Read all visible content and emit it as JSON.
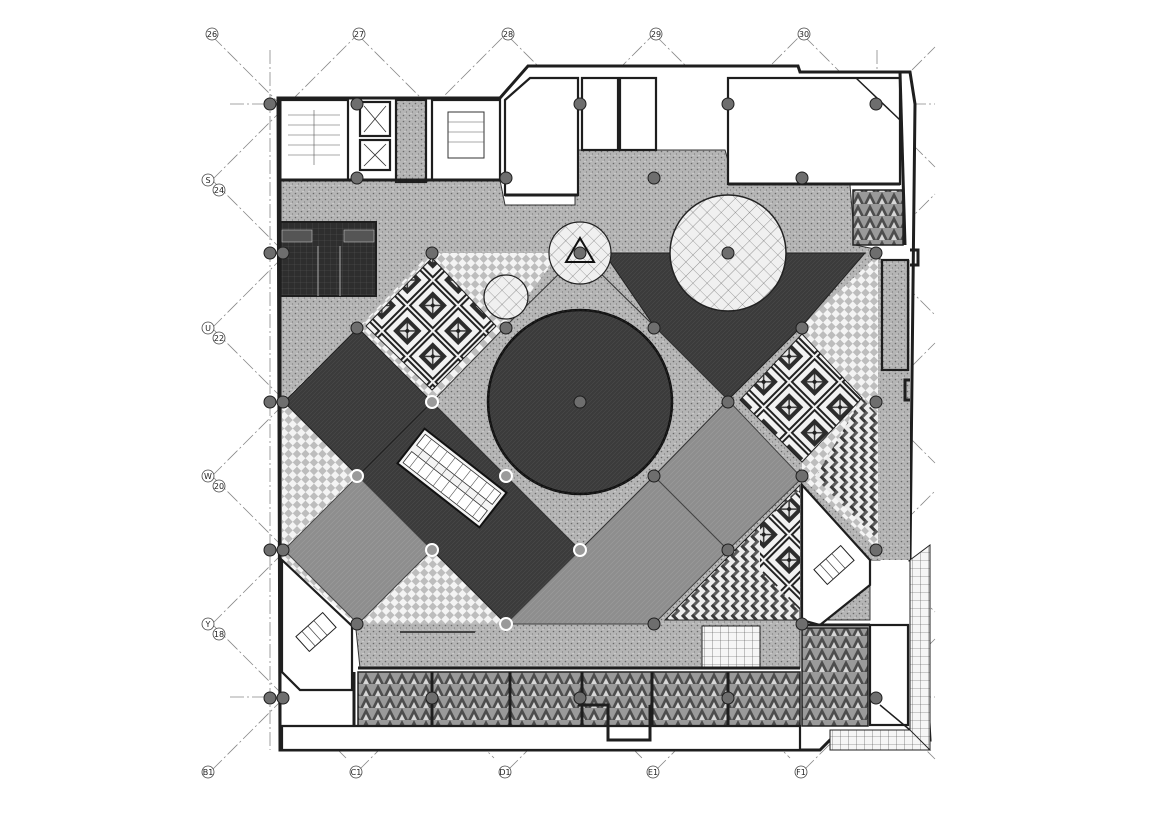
{
  "grid_labels": {
    "top": [
      "26",
      "27",
      "28",
      "29",
      "30"
    ],
    "left_outer": [
      "S",
      "U",
      "W",
      "Y"
    ],
    "left_inner": [
      "24",
      "22",
      "20",
      "18"
    ],
    "bottom": [
      "B1",
      "C1",
      "D1",
      "E1",
      "F1"
    ]
  },
  "colors": {
    "wall": "#2a2a2a",
    "dark_floor": "#3a3a3a",
    "mid_floor": "#8c8c8c",
    "terrazzo": "#b8b8b8",
    "light_floor": "#dcdcdc",
    "column": "#6e6e6e"
  }
}
